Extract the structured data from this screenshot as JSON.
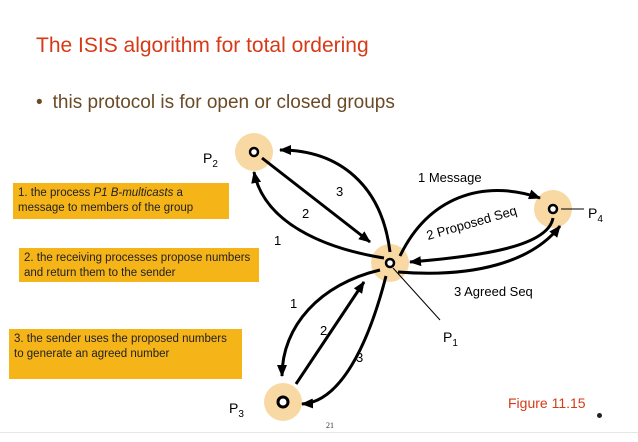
{
  "title": "The ISIS algorithm for total ordering",
  "bullet": {
    "glyph": "•",
    "text": "this protocol is for open or closed groups"
  },
  "processes": {
    "p1": "P",
    "p1_sub": "1",
    "p2": "P",
    "p2_sub": "2",
    "p3": "P",
    "p3_sub": "3",
    "p4": "P",
    "p4_sub": "4"
  },
  "edge_labels": {
    "message": "1 Message",
    "proposed_seq": "2 Proposed Seq",
    "agreed_seq": "3 Agreed Seq",
    "p2_one": "1",
    "p2_two": "2",
    "p2_three": "3",
    "p3_one": "1",
    "p3_two": "2",
    "p3_three": "3"
  },
  "notes": {
    "step1_part1": "1. the process ",
    "step1_italic": "P1  B-multicasts",
    "step1_part2": " a message to members of the group",
    "step2": "2. the  receiving processes propose numbers and return them to the sender",
    "step3": "3. the sender uses the proposed numbers to generate an  agreed number"
  },
  "figure_label": "Figure 11.15",
  "page_number": "21",
  "colors": {
    "title": "#d63a17",
    "bullet_text": "#6b4a26",
    "note_bg": "#f5b418",
    "node_halo": "#f8d9a4"
  }
}
